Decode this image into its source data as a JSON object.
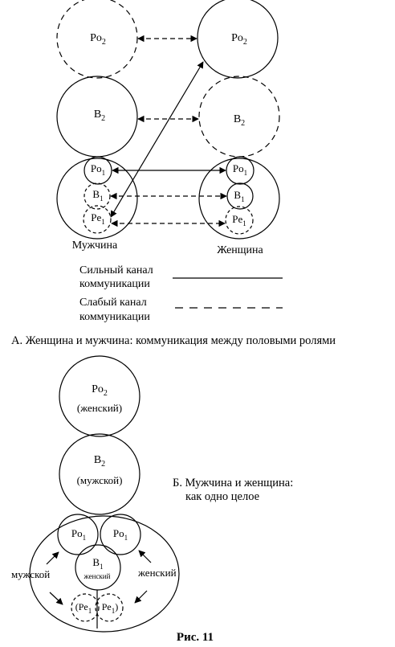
{
  "part_a": {
    "man_nodes": {
      "po2": {
        "main": "Po",
        "sub": "2"
      },
      "b2": {
        "main": "B",
        "sub": "2"
      },
      "po1": {
        "main": "Po",
        "sub": "1"
      },
      "b1": {
        "main": "B",
        "sub": "1"
      },
      "pe1": {
        "main": "Pe",
        "sub": "1"
      }
    },
    "woman_nodes": {
      "po2": {
        "main": "Po",
        "sub": "2"
      },
      "b2": {
        "main": "B",
        "sub": "2"
      },
      "po1": {
        "main": "Po",
        "sub": "1"
      },
      "b1": {
        "main": "B",
        "sub": "1"
      },
      "pe1": {
        "main": "Pe",
        "sub": "1"
      }
    },
    "man_label": "Мужчина",
    "woman_label": "Женщина",
    "legend": {
      "strong_line1": "Сильный канал",
      "strong_line2": "коммуникации",
      "weak_line1": "Слабый канал",
      "weak_line2": "коммуникации"
    },
    "caption": "А. Женщина и мужчина: коммуникация между половыми ролями"
  },
  "part_b": {
    "po2": {
      "main": "Po",
      "sub": "2",
      "qualifier": "(женский)"
    },
    "b2": {
      "main": "B",
      "sub": "2",
      "qualifier": "(мужской)"
    },
    "po1_left": {
      "main": "Po",
      "sub": "1"
    },
    "po1_right": {
      "main": "Po",
      "sub": "1"
    },
    "b1": {
      "main": "B",
      "sub": "1",
      "qualifier": "женский"
    },
    "pe1_left": {
      "main": "(Pe",
      "sub": "1"
    },
    "pe1_right": {
      "main": "Pe",
      "sub": "1",
      "tail": ")"
    },
    "left_label": "мужской",
    "right_label": "женский",
    "caption_line1": "Б. Мужчина и женщина:",
    "caption_line2": "как одно целое"
  },
  "figure_label": "Рис. 11"
}
